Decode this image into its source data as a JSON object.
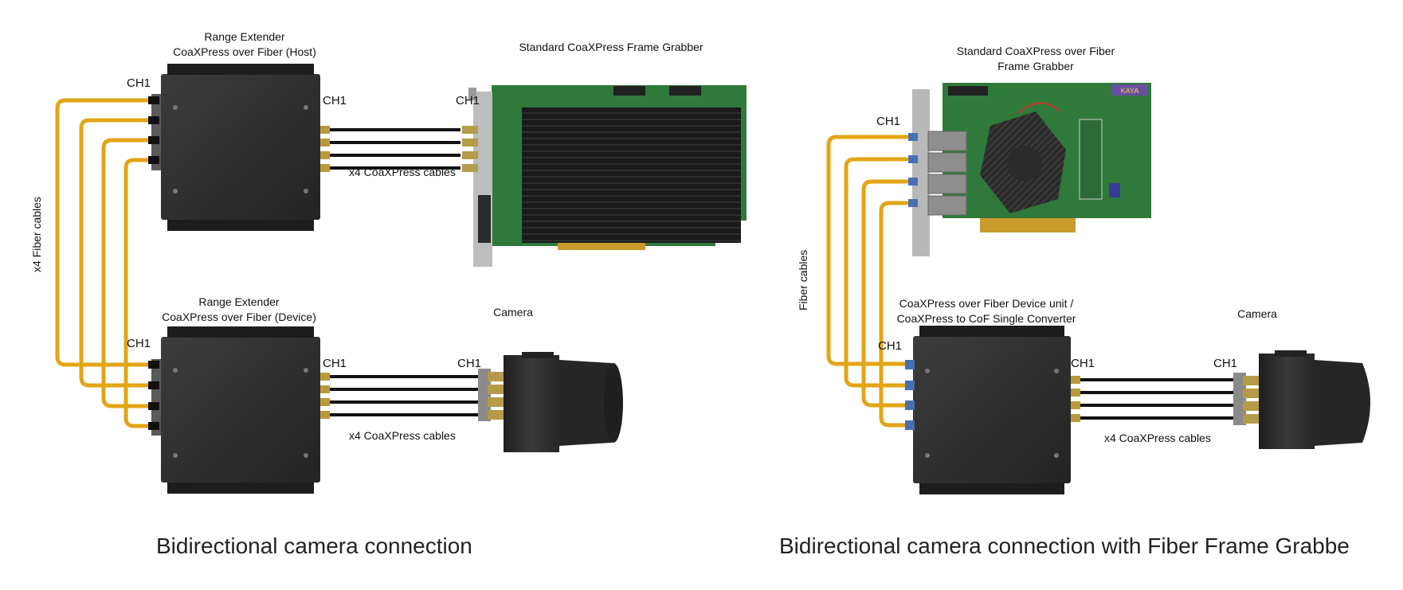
{
  "left": {
    "host_title": [
      "Range Extender",
      "CoaXPress over Fiber (Host)"
    ],
    "grabber_title": "Standard CoaXPress Frame Grabber",
    "device_title": [
      "Range Extender",
      "CoaXPress over Fiber (Device)"
    ],
    "camera_title": "Camera",
    "fiber_label": "x4 Fiber cables",
    "coax_label_top": "x4 CoaXPress cables",
    "coax_label_bottom": "x4 CoaXPress cables",
    "ch_labels": [
      "CH1",
      "CH1",
      "CH1",
      "CH1",
      "CH1",
      "CH1"
    ],
    "caption": "Bidirectional camera connection"
  },
  "right": {
    "grabber_title": [
      "Standard CoaXPress over Fiber",
      "Frame Grabber"
    ],
    "device_title": [
      "CoaXPress over Fiber Device unit /",
      "CoaXPress to CoF Single Converter"
    ],
    "camera_title": "Camera",
    "fiber_label": "Fiber cables",
    "coax_label": "x4 CoaXPress cables",
    "ch_labels": [
      "CH1",
      "CH1",
      "CH1",
      "CH1"
    ],
    "brand_mark": "KAYA",
    "caption": "Bidirectional camera connection with Fiber Frame Grabbe"
  },
  "colors": {
    "fiber": "#e3a514",
    "coax": "#111111",
    "box": "#303030",
    "pcb": "#2f7a3a",
    "heatsink": "#1b1b1b",
    "camera": "#2b2b2b",
    "bracket": "#b8b8b8"
  }
}
